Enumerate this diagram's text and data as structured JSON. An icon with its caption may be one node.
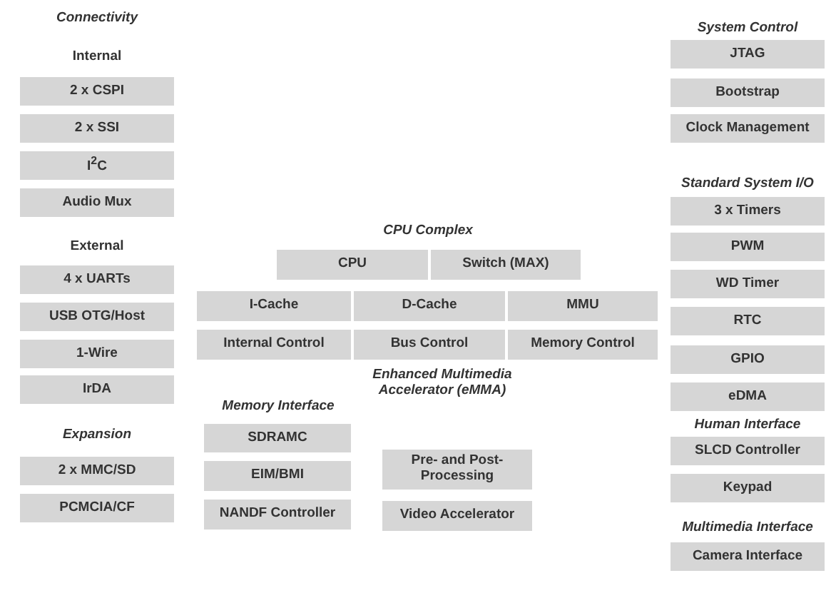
{
  "diagram": {
    "nodes": [
      {
        "text": [
          "2 x CSPI"
        ]
      },
      {
        "text": [
          "2 x SSI"
        ]
      },
      {
        "text": [
          "I$^{2}$C"
        ]
      },
      {
        "text": [
          "Audio Mux"
        ]
      },
      {
        "text": [
          "4 x UARTs"
        ]
      },
      {
        "text": [
          "USB OTG/Host"
        ]
      },
      {
        "text": [
          "1-Wire"
        ]
      },
      {
        "text": [
          "IrDA"
        ]
      },
      {
        "text": [
          "2 x MMC/SD"
        ]
      },
      {
        "text": [
          "PCMCIA/CF"
        ]
      },
      {
        "text": [
          "CPU"
        ]
      },
      {
        "text": [
          "Switch (MAX)"
        ]
      },
      {
        "text": [
          "I-Cache"
        ]
      },
      {
        "text": [
          "D-Cache"
        ]
      },
      {
        "text": [
          "MMU"
        ]
      },
      {
        "text": [
          "Internal Control"
        ]
      },
      {
        "text": [
          "Bus Control"
        ]
      },
      {
        "text": [
          "Memory Control"
        ]
      },
      {
        "text": [
          "SDRAMC"
        ]
      },
      {
        "text": [
          "EIM/BMI"
        ]
      },
      {
        "text": [
          "NANDF Controller"
        ]
      },
      {
        "text": [
          "Pre- and Post-Processing"
        ]
      },
      {
        "text": [
          "Video Accelerator"
        ]
      },
      {
        "text": [
          "JTAG"
        ]
      },
      {
        "text": [
          "Bootstrap"
        ]
      },
      {
        "text": [
          "Clock Management"
        ]
      },
      {
        "text": [
          "3 x Timers"
        ]
      },
      {
        "text": [
          "PWM"
        ]
      },
      {
        "text": [
          "WD Timer"
        ]
      },
      {
        "text": [
          "RTC"
        ]
      },
      {
        "text": [
          "GPIO"
        ]
      },
      {
        "text": [
          "eDMA"
        ]
      },
      {
        "text": [
          "SLCD Controller"
        ]
      },
      {
        "text": [
          "Keypad"
        ]
      },
      {
        "text": [
          "Camera Interface"
        ]
      }
    ],
    "labels": [
      "Connectivity",
      "Internal",
      "External",
      "Expansion",
      "CPU Complex",
      "Memory Interface",
      "Enhanced Multimedia Accelerator (eMMA)",
      "System Control",
      "Standard System I/O",
      "Human Interface",
      "Multimedia Interface"
    ]
  }
}
